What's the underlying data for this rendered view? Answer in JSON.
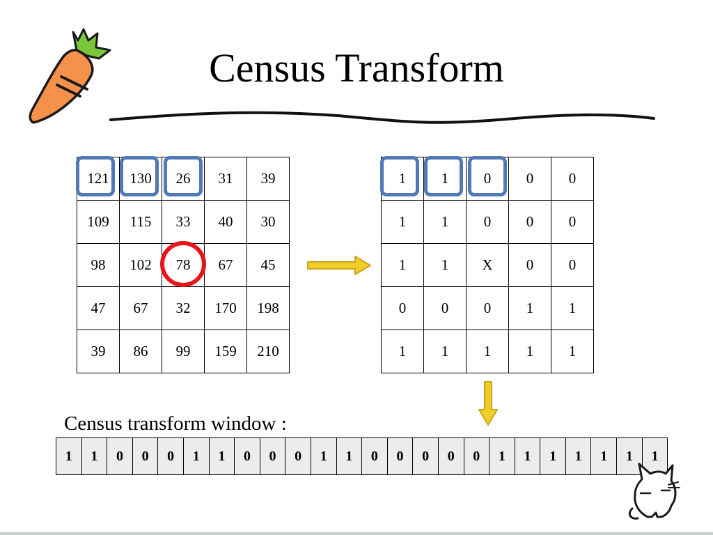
{
  "title": "Census Transform",
  "pixel_window": [
    [
      "121",
      "130",
      "26",
      "31",
      "39"
    ],
    [
      "109",
      "115",
      "33",
      "40",
      "30"
    ],
    [
      "98",
      "102",
      "78",
      "67",
      "45"
    ],
    [
      "47",
      "67",
      "32",
      "170",
      "198"
    ],
    [
      "39",
      "86",
      "99",
      "159",
      "210"
    ]
  ],
  "binary_window": [
    [
      "1",
      "1",
      "0",
      "0",
      "0"
    ],
    [
      "1",
      "1",
      "0",
      "0",
      "0"
    ],
    [
      "1",
      "1",
      "X",
      "0",
      "0"
    ],
    [
      "0",
      "0",
      "0",
      "1",
      "1"
    ],
    [
      "1",
      "1",
      "1",
      "1",
      "1"
    ]
  ],
  "caption": "Census transform window :",
  "bit_string": [
    "1",
    "1",
    "0",
    "0",
    "0",
    "1",
    "1",
    "0",
    "0",
    "0",
    "1",
    "1",
    "0",
    "0",
    "0",
    "0",
    "0",
    "1",
    "1",
    "1",
    "1",
    "1",
    "1",
    "1"
  ],
  "colors": {
    "highlight": "#4f79b7",
    "center_circle": "#e8151b",
    "arrow": "#f2cc28",
    "arrow_outline": "#c9a61b",
    "carrot_body": "#f5914b",
    "carrot_leaves": "#79c83a",
    "strip_fill": "#ececec"
  },
  "icons": {
    "corner_decoration": "carrot-icon",
    "mascot": "cat-icon",
    "flow_right": "arrow-right-icon",
    "flow_down": "arrow-down-icon"
  }
}
